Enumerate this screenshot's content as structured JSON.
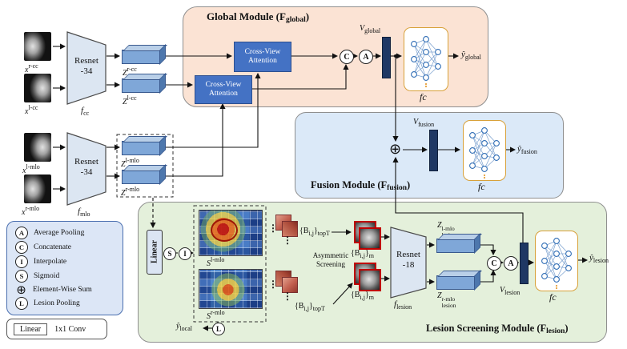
{
  "colors": {
    "global_bg": "#fbe3d4",
    "fusion_bg": "#dbe9f8",
    "lesion_bg": "#e4f0db",
    "legend_bg": "#dce6f6",
    "attention_box": "#4472c4",
    "vector_bar": "#1f3864",
    "fc_border": "#d8a13a",
    "feature_box": "#7fa7d8",
    "heatmap_hot": "#c3190f",
    "patch_border": "#c00000"
  },
  "dots": "⋮",
  "inputs": {
    "items": [
      {
        "base": "x",
        "sup": "r-cc"
      },
      {
        "base": "x",
        "sup": "l-cc"
      },
      {
        "base": "x",
        "sup": "l-mlo"
      },
      {
        "base": "x",
        "sup": "r-mlo"
      }
    ]
  },
  "encoders": {
    "resnet34_line1": "Resnet",
    "resnet34_line2": "-34",
    "f_cc": {
      "base": "f",
      "sub": "cc"
    },
    "f_mlo": {
      "base": "f",
      "sub": "mlo"
    }
  },
  "features": {
    "z_rcc": {
      "base": "Z",
      "sup": "r-cc"
    },
    "z_lcc": {
      "base": "Z",
      "sup": "l-cc"
    },
    "z_lmlo": {
      "base": "Z",
      "sup": "l-mlo"
    },
    "z_rmlo": {
      "base": "Z",
      "sup": "r-mlo"
    }
  },
  "global_module": {
    "title_pre": "Global Module (F",
    "title_sub": "global",
    "title_post": ")",
    "attention_line1": "Cross-View",
    "attention_line2": "Attention",
    "concat_symbol": "C",
    "avg_symbol": "A",
    "v_label": {
      "base": "V",
      "sub": "global"
    },
    "fc_label": "fc",
    "output": {
      "base": "ŷ",
      "sub": "global"
    }
  },
  "fusion_module": {
    "title_pre": "Fusion Module (F",
    "title_sub": "fusion",
    "title_post": ")",
    "sum_symbol": "⊕",
    "v_label": {
      "base": "V",
      "sub": "fusion"
    },
    "fc_label": "fc",
    "output": {
      "base": "ŷ",
      "sub": "fusion"
    }
  },
  "lesion_module": {
    "title_pre": "Lesion Screening Module (F",
    "title_sub": "lesion",
    "title_post": ")",
    "linear_label": "Linear",
    "sigmoid_symbol": "S",
    "interpolate_symbol": "I",
    "s_lmlo": {
      "base": "S",
      "sup": "l-mlo"
    },
    "s_rmlo": {
      "base": "S",
      "sup": "r-mlo"
    },
    "y_local": {
      "base": "ŷ",
      "sub": "local"
    },
    "lesion_pool_symbol": "L",
    "b_topT": {
      "pre": "{B",
      "sub": "i,j",
      "mid": "}",
      "post_sub": "topT"
    },
    "b_m": {
      "pre": "{B",
      "sub": "i,j",
      "mid": "}",
      "post_sub": "m"
    },
    "screening_line1": "Asymmetric",
    "screening_line2": "Screening",
    "resnet18_line1": "Resnet",
    "resnet18_line2": "-18",
    "f_lesion": {
      "base": "f",
      "sub": "lesion"
    },
    "z_lmlo": {
      "base": "Z",
      "sup": "l-mlo",
      "sub": "lesion"
    },
    "z_rmlo": {
      "base": "Z",
      "sup": "r-mlo",
      "sub": "lesion"
    },
    "concat_symbol": "C",
    "avg_symbol": "A",
    "v_label": {
      "base": "V",
      "sub": "lesion"
    },
    "fc_label": "fc",
    "output": {
      "base": "ŷ",
      "sub": "lesion"
    }
  },
  "legend": {
    "items": [
      {
        "symbol": "A",
        "label": "Average Pooling"
      },
      {
        "symbol": "C",
        "label": "Concatenate"
      },
      {
        "symbol": "I",
        "label": "Interpolate"
      },
      {
        "symbol": "S",
        "label": "Sigmoid"
      },
      {
        "symbol": "⊕",
        "label": "Element-Wise Sum"
      },
      {
        "symbol": "L",
        "label": "Lesion Pooling"
      }
    ],
    "linear_box": "Linear",
    "linear_desc": "1x1 Conv"
  }
}
